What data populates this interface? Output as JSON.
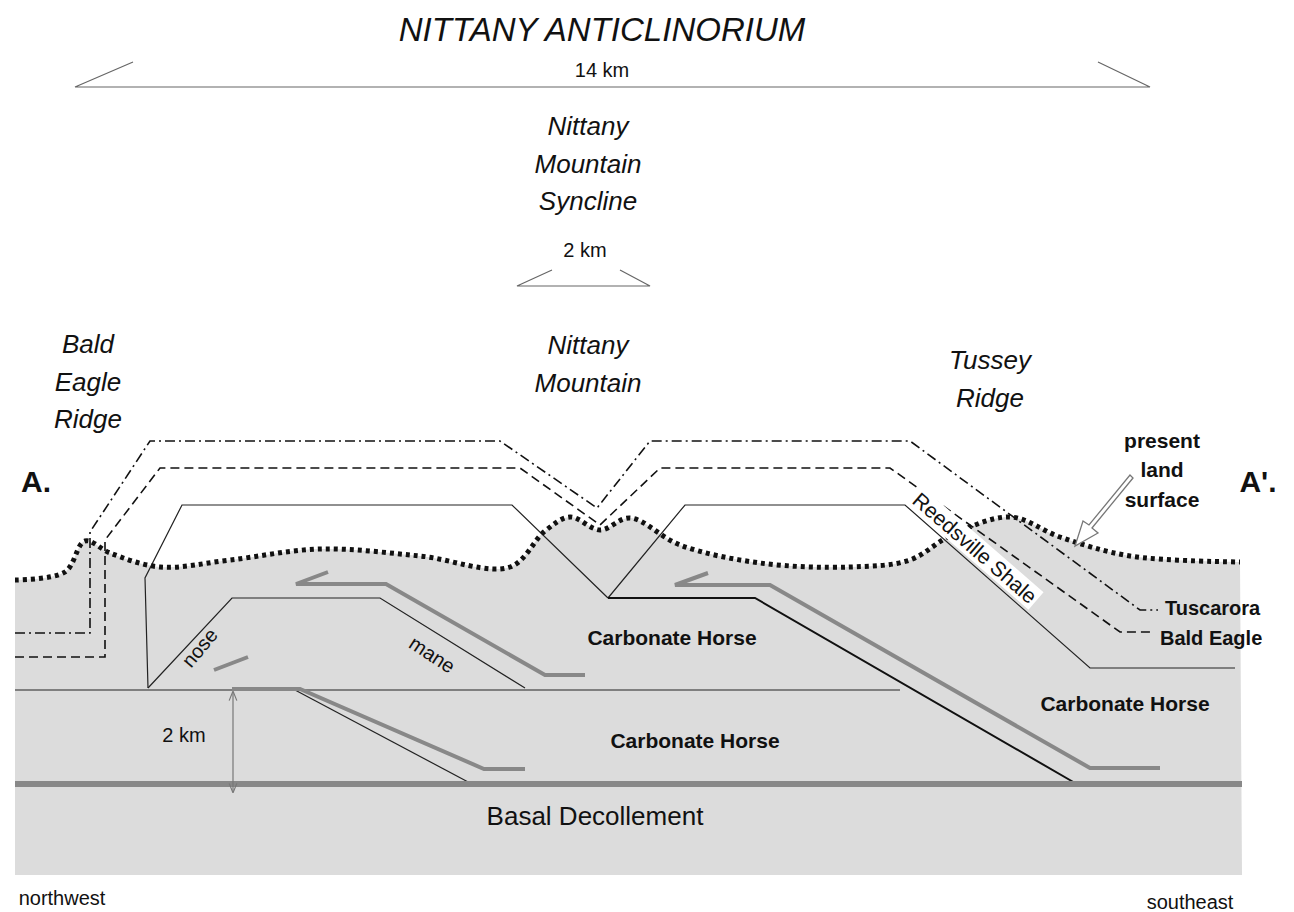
{
  "diagram": {
    "title": "NITTANY ANTICLINORIUM",
    "labels": [
      "14 km",
      "Nittany Mountain Syncline",
      "2 km",
      "Bald Eagle Ridge",
      "Nittany Mountain",
      "Tussey Ridge",
      "present land surface",
      "A.",
      "A'.",
      "Reedsville Shale",
      "Tuscarora",
      "Bald Eagle",
      "nose",
      "mane",
      "Carbonate Horse",
      "Carbonate Horse",
      "Carbonate Horse",
      "2 km",
      "Basal Decollement",
      "northwest",
      "southeast"
    ]
  }
}
